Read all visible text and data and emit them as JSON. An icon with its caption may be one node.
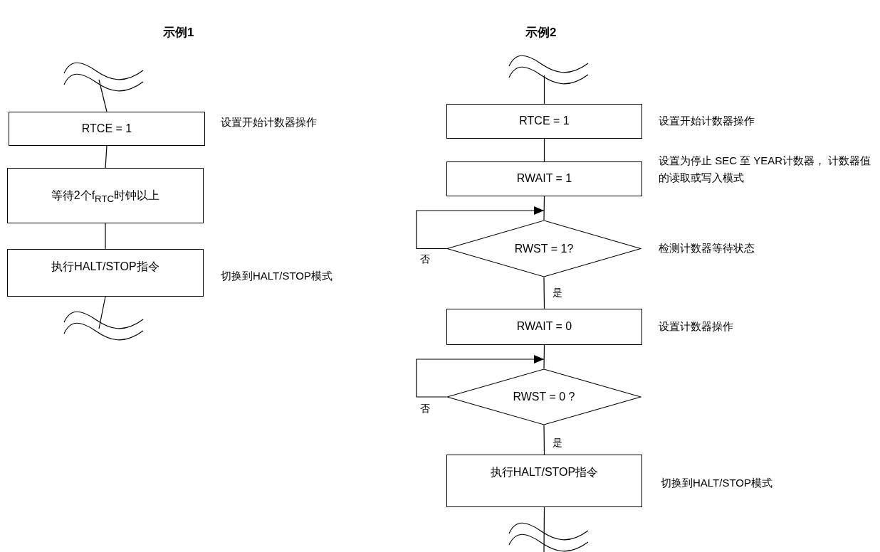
{
  "diagram": {
    "nodes": [
      {
        "text": [
          "RTCE = 1"
        ],
        "beside": [
          "设置开始计数器操作"
        ]
      },
      {
        "text": [
          "等待2个f$_{RTC}$时钟以上"
        ]
      },
      {
        "text": [
          "执行HALT/STOP指令"
        ],
        "beside": [
          "切换到HALT/STOP模式"
        ]
      },
      {
        "text": [
          "RTCE = 1"
        ],
        "beside": [
          "设置开始计数器操作"
        ]
      },
      {
        "text": [
          "RWAIT = 1"
        ],
        "beside": [
          "设置为停止 SEC 至 YEAR计数器， 计数器值的读取或写入模式"
        ]
      },
      {
        "text": [
          "RWST = 1?"
        ],
        "beside": [
          "检测计数器等待状态"
        ]
      },
      {
        "text": [
          "RWAIT = 0"
        ],
        "beside": [
          "设置计数器操作"
        ]
      },
      {
        "text": [
          "RWST = 0 ?"
        ]
      },
      {
        "text": [
          "执行HALT/STOP指令"
        ],
        "beside": [
          "切换到HALT/STOP模式"
        ]
      }
    ],
    "edges": [
      {
        "from": null,
        "to": 0,
        "arrow": "none"
      },
      {
        "from": 0,
        "to": 1,
        "arrow": "none"
      },
      {
        "from": 1,
        "to": 2,
        "arrow": "none"
      },
      {
        "from": 2,
        "to": null,
        "arrow": "none"
      },
      {
        "from": null,
        "to": 3,
        "arrow": "none"
      },
      {
        "from": 3,
        "to": 4,
        "arrow": "none"
      },
      {
        "from": 4,
        "to": 5,
        "arrow": "none"
      },
      {
        "from": 5,
        "to": 5,
        "arrow": "to",
        "label": "否"
      },
      {
        "from": 5,
        "to": 6,
        "arrow": "none",
        "label": "是"
      },
      {
        "from": 6,
        "to": 7,
        "arrow": "none"
      },
      {
        "from": 7,
        "to": 7,
        "arrow": "to",
        "label": "否"
      },
      {
        "from": 7,
        "to": 8,
        "arrow": "none",
        "label": "是"
      },
      {
        "from": 8,
        "to": null,
        "arrow": "none"
      }
    ],
    "labels": [
      "示例1",
      "示例2"
    ]
  }
}
